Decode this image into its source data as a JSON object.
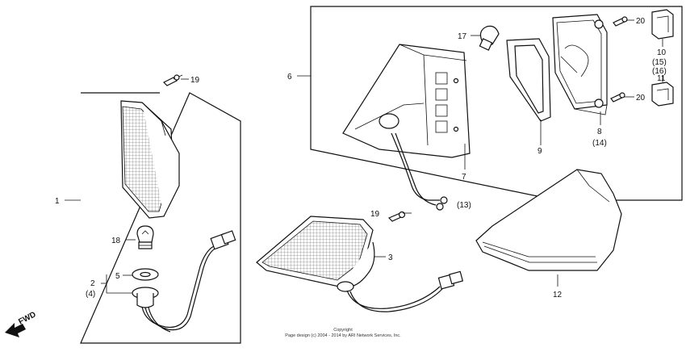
{
  "diagram": {
    "callouts": {
      "c1": "1",
      "c2": "2",
      "c2b": "(4)",
      "c3": "3",
      "c5": "5",
      "c6": "6",
      "c7": "7",
      "c7b": "(13)",
      "c8": "8",
      "c8b": "(14)",
      "c9": "9",
      "c10": "10",
      "c10b": "(15)",
      "c10c": "(16)",
      "c11": "11",
      "c12": "12",
      "c17": "17",
      "c18": "18",
      "c19a": "19",
      "c19b": "19",
      "c20a": "20",
      "c20b": "20"
    },
    "direction_label": "FWD",
    "copyright_line1": "Copyright",
    "copyright_line2": "Page design (c) 2004 - 2014 by ARI Network Services, Inc."
  }
}
